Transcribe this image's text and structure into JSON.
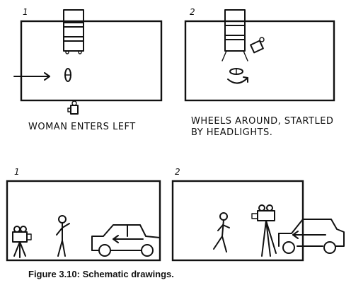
{
  "panels": [
    {
      "number": "1",
      "caption": "WOMAN ENTERS LEFT"
    },
    {
      "number": "2",
      "caption": "WHEELS AROUND, STARTLED\nBY HEADLIGHTS."
    },
    {
      "number": "1",
      "caption": ""
    },
    {
      "number": "2",
      "caption": ""
    }
  ],
  "figure_caption": "Figure 3.10: Schematic drawings.",
  "icons": [
    "camera-dolly-icon",
    "woman-topview-icon",
    "camera-icon",
    "movement-arrow-icon",
    "car-icon",
    "stick-figure-icon",
    "tripod-camera-icon"
  ]
}
